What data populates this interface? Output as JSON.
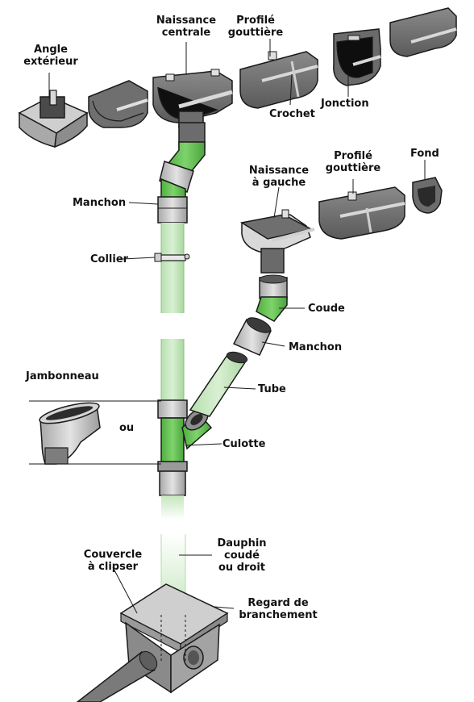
{
  "colors": {
    "pipe_light_green": "#c8e8c0",
    "pipe_green": "#6cc55a",
    "gutter_grey": "#7d7d7d",
    "gutter_dark": "#3c3c3c",
    "metal_light": "#cfcfcf",
    "box_grey": "#9a9a9a",
    "outline": "#1a1a1a"
  },
  "labels": {
    "angle_ext_1": "Angle",
    "angle_ext_2": "extérieur",
    "naissance_c_1": "Naissance",
    "naissance_c_2": "centrale",
    "profile1_1": "Profilé",
    "profile1_2": "gouttière",
    "crochet": "Crochet",
    "jonction": "Jonction",
    "manchon_top": "Manchon",
    "collier": "Collier",
    "naissance_g_1": "Naissance",
    "naissance_g_2": "à gauche",
    "profile2_1": "Profilé",
    "profile2_2": "gouttière",
    "fond": "Fond",
    "coude": "Coude",
    "manchon_right": "Manchon",
    "tube": "Tube",
    "jambonneau": "Jambonneau",
    "ou": "ou",
    "culotte": "Culotte",
    "dauphin_1": "Dauphin",
    "dauphin_2": "coudé",
    "dauphin_3": "ou droit",
    "couvercle_1": "Couvercle",
    "couvercle_2": "à clipser",
    "regard_1": "Regard de",
    "regard_2": "branchement"
  }
}
